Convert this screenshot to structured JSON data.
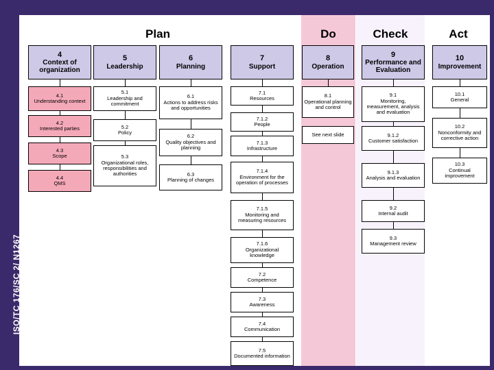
{
  "side_label": "ISO/TC 176/SC 2/ N1267",
  "phases": [
    {
      "name": "plan",
      "label": "Plan"
    },
    {
      "name": "do",
      "label": "Do"
    },
    {
      "name": "check",
      "label": "Check"
    },
    {
      "name": "act",
      "label": "Act"
    }
  ],
  "colors": {
    "frame": "#3b2a6b",
    "header_fill": "#cfc9e8",
    "pink_fill": "#f4a9b8",
    "do_column": "#f5c8d8"
  },
  "columns": [
    {
      "key": "context",
      "header": {
        "num": "4",
        "title": "Context of organization"
      },
      "items": [
        {
          "num": "4.1",
          "title": "Understanding context"
        },
        {
          "num": "4.2",
          "title": "Interested parties"
        },
        {
          "num": "4.3",
          "title": "Scope"
        },
        {
          "num": "4.4",
          "title": "QMS"
        }
      ]
    },
    {
      "key": "leadership",
      "header": {
        "num": "5",
        "title": "Leadership"
      },
      "items": [
        {
          "num": "5.1",
          "title": "Leadership and commitment"
        },
        {
          "num": "5.2",
          "title": "Policy"
        },
        {
          "num": "5.3",
          "title": "Organizational roles, responsibilities and authorities"
        }
      ]
    },
    {
      "key": "planning",
      "header": {
        "num": "6",
        "title": "Planning"
      },
      "items": [
        {
          "num": "6.1",
          "title": "Actions to address risks and opportunities"
        },
        {
          "num": "6.2",
          "title": "Quality objectives and planning"
        },
        {
          "num": "6.3",
          "title": "Planning of changes"
        }
      ]
    },
    {
      "key": "support",
      "header": {
        "num": "7",
        "title": "Support"
      },
      "items": [
        {
          "num": "7.1",
          "title": "Resources"
        },
        {
          "num": "7.1.2",
          "title": "People"
        },
        {
          "num": "7.1.3",
          "title": "Infrastructure"
        },
        {
          "num": "7.1.4",
          "title": "Environment for the operation of processes"
        },
        {
          "num": "7.1.5",
          "title": "Monitoring and measuring resources"
        },
        {
          "num": "7.1.6",
          "title": "Organizational knowledge"
        },
        {
          "num": "7.2",
          "title": "Competence"
        },
        {
          "num": "7.3",
          "title": "Awareness"
        },
        {
          "num": "7.4",
          "title": "Communication"
        },
        {
          "num": "7.5",
          "title": "Documented information"
        }
      ]
    },
    {
      "key": "operation",
      "header": {
        "num": "8",
        "title": "Operation"
      },
      "items": [
        {
          "num": "8.1",
          "title": "Operational planning and control"
        },
        {
          "num": "",
          "title": "See next slide"
        }
      ]
    },
    {
      "key": "performance",
      "header": {
        "num": "9",
        "title": "Performance and Evaluation"
      },
      "items": [
        {
          "num": "9.1",
          "title": "Monitoring, measurement, analysis and evaluation"
        },
        {
          "num": "9.1.2",
          "title": "Customer satisfaction"
        },
        {
          "num": "9.1.3",
          "title": "Analysis and evaluation"
        },
        {
          "num": "9.2",
          "title": "Internal audit"
        },
        {
          "num": "9.3",
          "title": "Management review"
        }
      ]
    },
    {
      "key": "improvement",
      "header": {
        "num": "10",
        "title": "Improvement"
      },
      "items": [
        {
          "num": "10.1",
          "title": "General"
        },
        {
          "num": "10.2",
          "title": "Nonconformity and corrective action"
        },
        {
          "num": "10.3",
          "title": "Continual improvement"
        }
      ]
    }
  ]
}
